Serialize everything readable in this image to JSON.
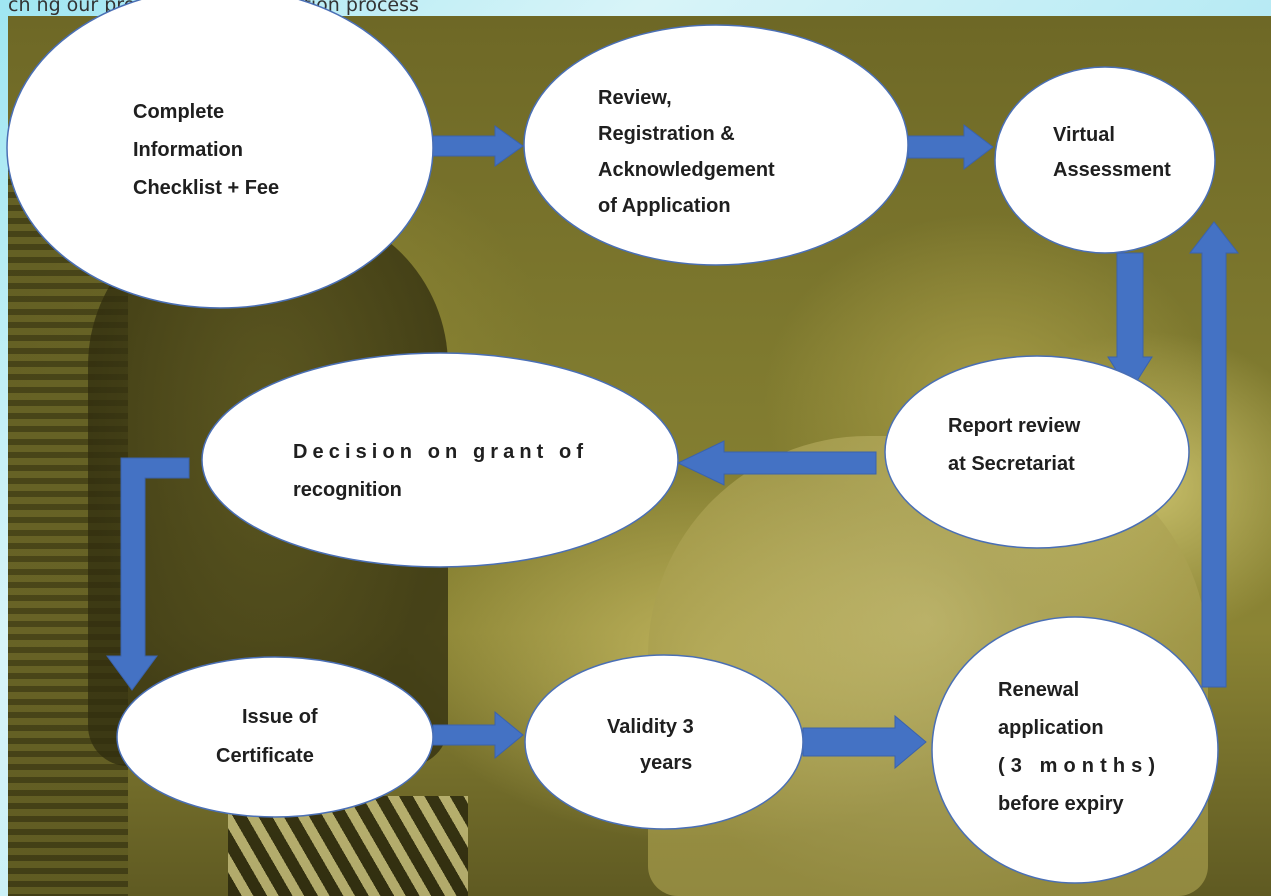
{
  "caption": "ch ng our process for accreditation process",
  "diagram": {
    "arrow_color": "#4472c4",
    "node_fill": "#ffffff",
    "nodes": [
      {
        "id": "complete-information",
        "lines": [
          "Complete",
          "Information",
          "Checklist + Fee"
        ]
      },
      {
        "id": "review-registration",
        "lines": [
          "Review,",
          "Registration &",
          "Acknowledgement",
          "of Application"
        ]
      },
      {
        "id": "virtual-assessment",
        "lines": [
          "Virtual",
          "Assessment"
        ]
      },
      {
        "id": "report-review",
        "lines": [
          "Report review",
          "at Secretariat"
        ]
      },
      {
        "id": "decision",
        "lines": [
          "Decision on grant of",
          "recognition"
        ]
      },
      {
        "id": "issue-certificate",
        "lines": [
          "Issue of",
          "Certificate"
        ]
      },
      {
        "id": "validity",
        "lines": [
          "Validity 3",
          "years"
        ]
      },
      {
        "id": "renewal",
        "lines": [
          "Renewal",
          "application",
          "(3 months)",
          "before expiry"
        ]
      }
    ],
    "edges": [
      {
        "from": "complete-information",
        "to": "review-registration"
      },
      {
        "from": "review-registration",
        "to": "virtual-assessment"
      },
      {
        "from": "virtual-assessment",
        "to": "report-review"
      },
      {
        "from": "report-review",
        "to": "decision"
      },
      {
        "from": "decision",
        "to": "issue-certificate"
      },
      {
        "from": "issue-certificate",
        "to": "validity"
      },
      {
        "from": "validity",
        "to": "renewal"
      },
      {
        "from": "renewal",
        "to": "virtual-assessment"
      }
    ]
  }
}
